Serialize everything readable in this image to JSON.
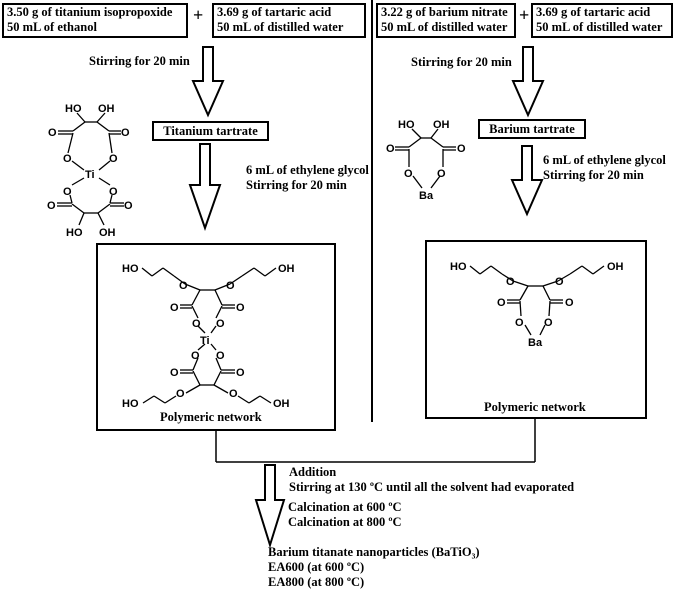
{
  "left_precursor_1": {
    "line1": "3.50 g of titanium isopropoxide",
    "line2": "50 mL of ethanol"
  },
  "left_precursor_2": {
    "line1": "3.69 g of tartaric acid",
    "line2": "50 mL of distilled water"
  },
  "right_precursor_1": {
    "line1": "3.22 g of barium nitrate",
    "line2": "50 mL of distilled water"
  },
  "right_precursor_2": {
    "line1": "3.69 g of tartaric acid",
    "line2": "50 mL of distilled water"
  },
  "plus_sign": "+",
  "left_step1": "Stirring for 20 min",
  "right_step1": "Stirring for 20 min",
  "titanium_tartrate": "Titanium tartrate",
  "barium_tartrate": "Barium tartrate",
  "left_step2": {
    "line1": "6 mL of ethylene glycol",
    "line2": "Stirring for 20 min"
  },
  "right_step2": {
    "line1": "6 mL of ethylene glycol",
    "line2": "Stirring for 20 min"
  },
  "left_network_label": "Polymeric network",
  "right_network_label": "Polymeric network",
  "addition_step": {
    "line1": "Addition",
    "line2": "Stirring at 130 ºC until all the solvent had evaporated"
  },
  "calcination": {
    "line1": "Calcination at 600 ºC",
    "line2": "Calcination at 800 ºC"
  },
  "product": {
    "line1": "Barium titanate nanoparticles (BaTiO₃)",
    "line2": "EA600 (at 600 ºC)",
    "line3": "EA800 (at 800 ºC)"
  },
  "atoms": {
    "oh": "OH",
    "ho": "HO",
    "o": "O",
    "ti": "Ti",
    "ba": "Ba"
  }
}
